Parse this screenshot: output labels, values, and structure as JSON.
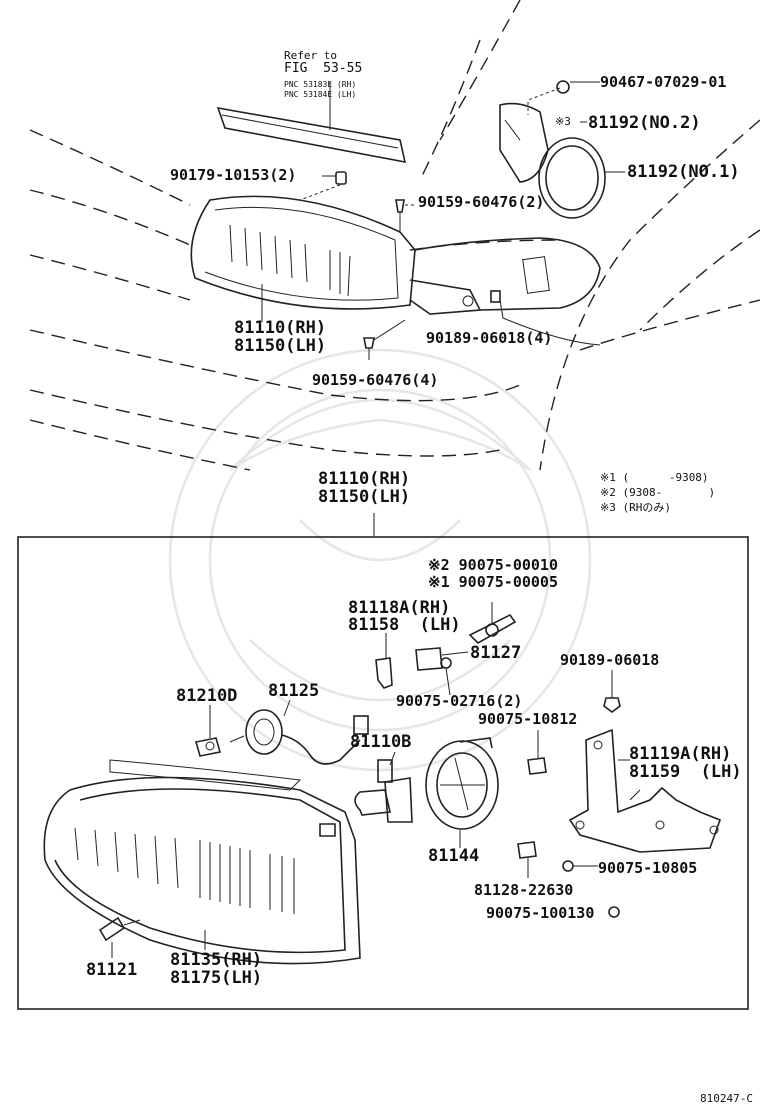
{
  "refer": {
    "line1": "Refer to",
    "fig": "FIG  53-55",
    "pnc1": "PNC 53183E (RH)",
    "pnc2": "PNC 53184E (LH)"
  },
  "top_labels": {
    "p90467": "90467-07029-01",
    "m3": "※3",
    "p81192_no2": "81192(NO.2)",
    "p81192_no1": "81192(NO.1)",
    "p90179": "90179-10153(2)",
    "p90159_2": "90159-60476(2)",
    "p81110_rh": "81110(RH)",
    "p81150_lh": "81150(LH)",
    "p90189_4": "90189-06018(4)",
    "p90159_4": "90159-60476(4)"
  },
  "notes": {
    "n1": "※1 (      -9308)",
    "n2": "※2 (9308-       )",
    "n3": "※3 (RHのみ)"
  },
  "assembly_header": {
    "rh": "81110(RH)",
    "lh": "81150(LH)"
  },
  "box_labels": {
    "p90075_00010": "※2 90075-00010",
    "p90075_00005": "※1 90075-00005",
    "p81118a": "81118A(RH)",
    "p81158": "81158  (LH)",
    "p81127": "81127",
    "p90189": "90189-06018",
    "p81210d": "81210D",
    "p81125": "81125",
    "p90075_02716": "90075-02716(2)",
    "p90075_10812": "90075-10812",
    "p81110b": "81110B",
    "p81119a": "81119A(RH)",
    "p81159": "81159  (LH)",
    "p81144": "81144",
    "p90075_10805": "90075-10805",
    "p81128": "81128-22630",
    "p90075_10013": "90075-100130",
    "p81135": "81135(RH)",
    "p81175": "81175(LH)",
    "p81121": "81121"
  },
  "footer": {
    "code": "810247-C"
  }
}
